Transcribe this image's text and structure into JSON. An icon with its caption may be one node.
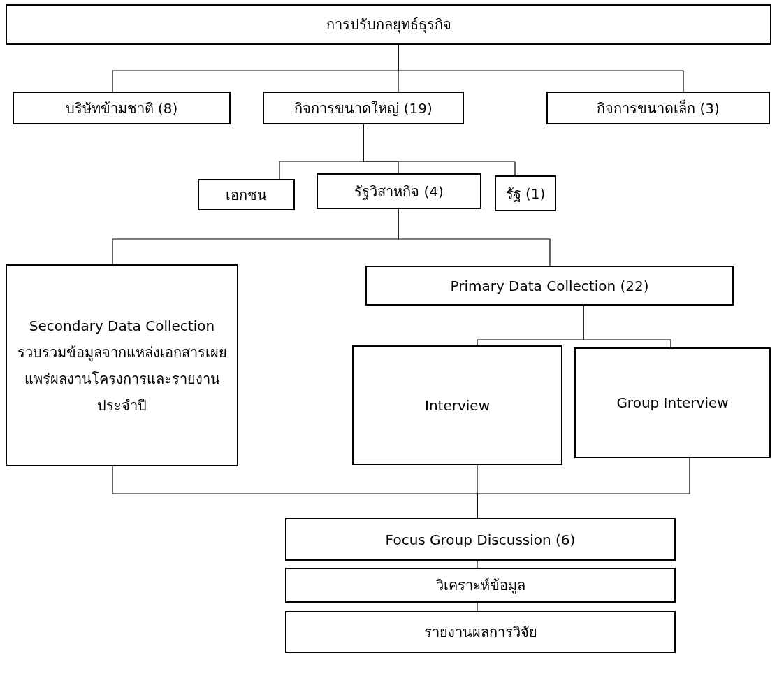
{
  "diagram": {
    "nodes": [
      {
        "text": [
          "การปรับกลยุทธ์ธุรกิจ"
        ]
      },
      {
        "text": [
          "บริษัทข้ามชาติ (8)"
        ]
      },
      {
        "text": [
          "กิจการขนาดใหญ่ (19)"
        ]
      },
      {
        "text": [
          "กิจการขนาดเล็ก (3)"
        ]
      },
      {
        "text": [
          "เอกชน"
        ]
      },
      {
        "text": [
          "รัฐวิสาหกิจ (4)"
        ]
      },
      {
        "text": [
          "รัฐ (1)"
        ]
      },
      {
        "text": [
          "Secondary Data Collection รวบรวมข้อมูลจากแหล่งเอกสารเผยแพร่ผลงานโครงการและรายงานประจำปี"
        ]
      },
      {
        "text": [
          "Primary Data Collection (22)"
        ]
      },
      {
        "text": [
          "Interview"
        ]
      },
      {
        "text": [
          "Group Interview"
        ]
      },
      {
        "text": [
          "Focus Group Discussion (6)"
        ]
      },
      {
        "text": [
          "วิเคราะห์ข้อมูล"
        ]
      },
      {
        "text": [
          "รายงานผลการวิจัย"
        ]
      }
    ],
    "edges": [
      {
        "from": 0,
        "to": 1,
        "arrow": "none"
      },
      {
        "from": 0,
        "to": 2,
        "arrow": "none"
      },
      {
        "from": 0,
        "to": 3,
        "arrow": "none"
      },
      {
        "from": 2,
        "to": 4,
        "arrow": "none"
      },
      {
        "from": 2,
        "to": 5,
        "arrow": "none"
      },
      {
        "from": 2,
        "to": 6,
        "arrow": "none"
      },
      {
        "from": 5,
        "to": 7,
        "arrow": "none"
      },
      {
        "from": 5,
        "to": 8,
        "arrow": "none"
      },
      {
        "from": 8,
        "to": 9,
        "arrow": "none"
      },
      {
        "from": 8,
        "to": 10,
        "arrow": "none"
      },
      {
        "from": 7,
        "to": 11,
        "arrow": "none"
      },
      {
        "from": 9,
        "to": 11,
        "arrow": "none"
      },
      {
        "from": 10,
        "to": 11,
        "arrow": "none"
      },
      {
        "from": 11,
        "to": 12,
        "arrow": "none"
      },
      {
        "from": 12,
        "to": 13,
        "arrow": "none"
      }
    ]
  }
}
